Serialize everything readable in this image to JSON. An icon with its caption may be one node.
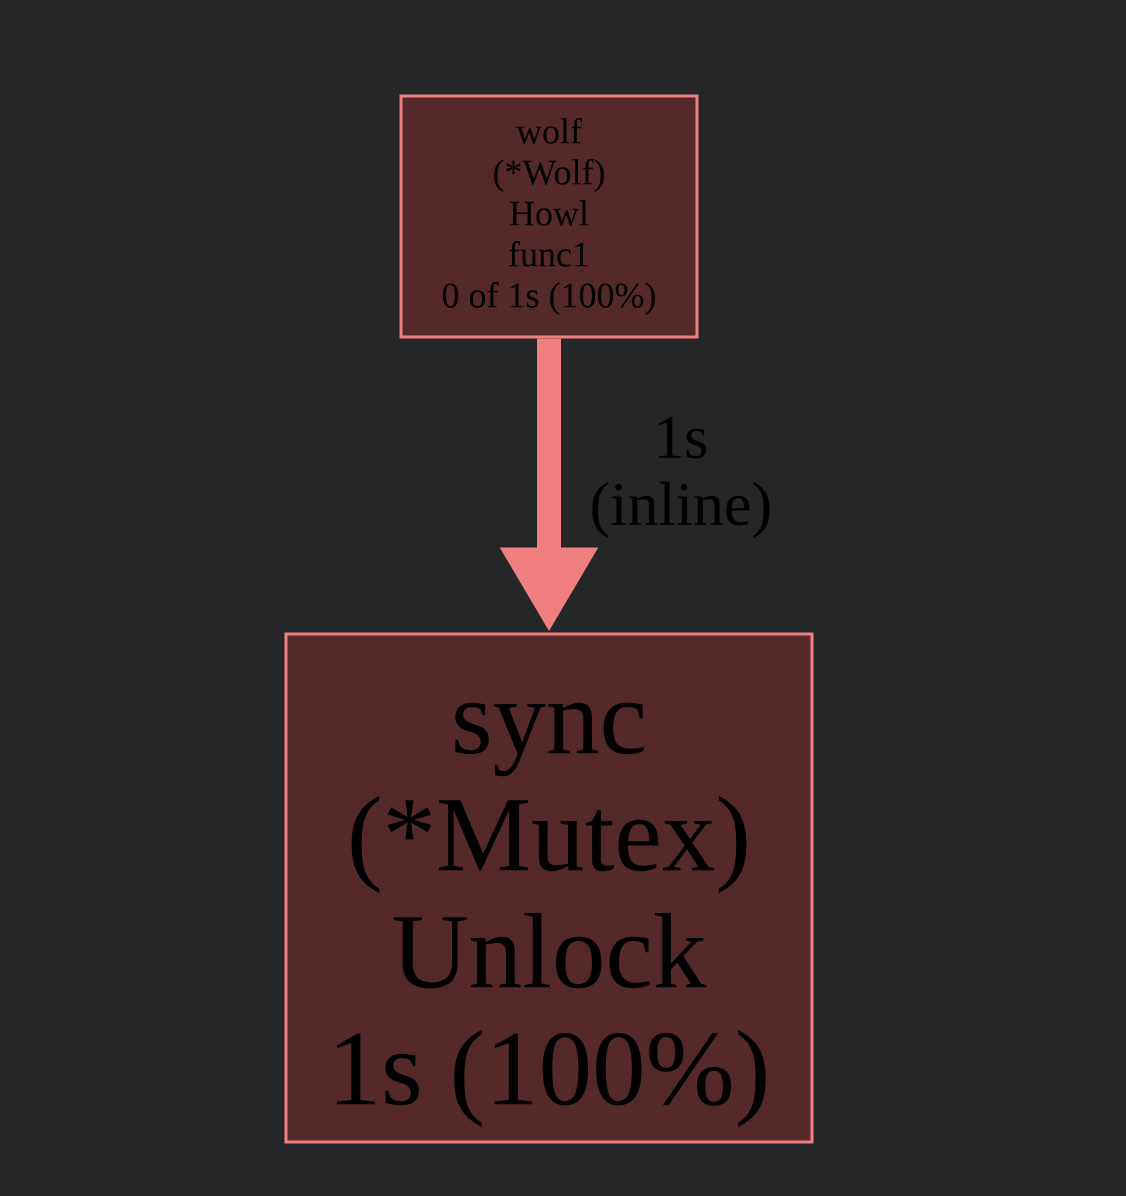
{
  "diagram": {
    "nodes": [
      {
        "text": [
          "wolf",
          "(*Wolf)",
          "Howl",
          "func1",
          "0 of 1s (100%)"
        ]
      },
      {
        "text": [
          "sync",
          "(*Mutex)",
          "Unlock",
          "1s (100%)"
        ]
      }
    ],
    "edges": [
      {
        "from": 0,
        "to": 1,
        "arrow": "to",
        "label": "1s (inline)"
      }
    ]
  }
}
